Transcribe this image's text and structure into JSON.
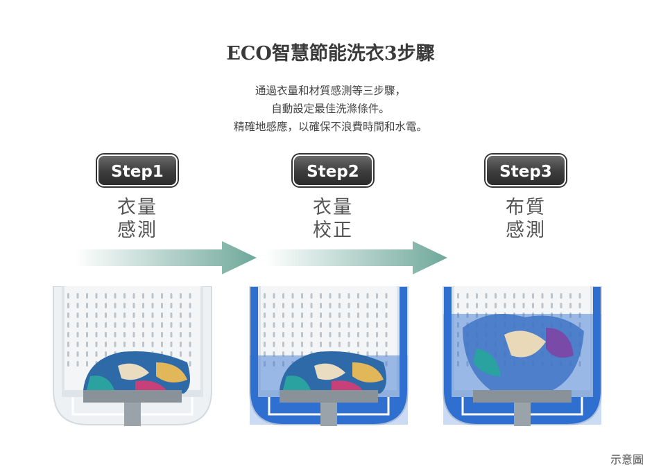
{
  "title": "ECO智慧節能洗衣3步驟",
  "description": [
    "通過衣量和材質感測等三步驟，",
    "自動設定最佳洗滌條件。",
    "精確地感應，以確保不浪費時間和水電。"
  ],
  "steps": [
    {
      "badge": "Step1",
      "line1": "衣量",
      "line2": "感測",
      "water": "none"
    },
    {
      "badge": "Step2",
      "line1": "衣量",
      "line2": "校正",
      "water": "low"
    },
    {
      "badge": "Step3",
      "line1": "布質",
      "line2": "感測",
      "water": "high"
    }
  ],
  "colors": {
    "arrow": "#6fa89a",
    "water": "#2f6fd0",
    "badge": "#3c3c3c"
  },
  "footnote": "示意圖"
}
